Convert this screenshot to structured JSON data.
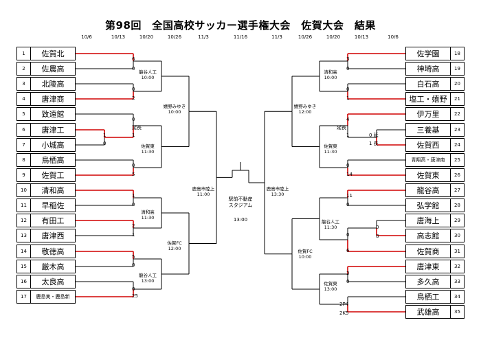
{
  "title": "第98回　全国高校サッカー選手権大会　佐賀大会　結果",
  "dates": [
    "10/6",
    "10/13",
    "10/20",
    "10/26",
    "11/3",
    "11/16",
    "11/3",
    "10/26",
    "10/20",
    "10/13",
    "10/6"
  ],
  "left_teams": [
    {
      "num": "1",
      "name": "佐賀北"
    },
    {
      "num": "2",
      "name": "佐農高"
    },
    {
      "num": "3",
      "name": "北陵高"
    },
    {
      "num": "4",
      "name": "唐津商"
    },
    {
      "num": "5",
      "name": "致遠館"
    },
    {
      "num": "6",
      "name": "唐津工"
    },
    {
      "num": "7",
      "name": "小城高"
    },
    {
      "num": "8",
      "name": "鳥栖高"
    },
    {
      "num": "9",
      "name": "佐賀工"
    },
    {
      "num": "10",
      "name": "清和高"
    },
    {
      "num": "11",
      "name": "早稲佐"
    },
    {
      "num": "12",
      "name": "有田工"
    },
    {
      "num": "13",
      "name": "唐津西"
    },
    {
      "num": "14",
      "name": "敬徳高"
    },
    {
      "num": "15",
      "name": "厳木高"
    },
    {
      "num": "16",
      "name": "太良高"
    },
    {
      "num": "17",
      "name": "鹿島実・鹿島新"
    }
  ],
  "right_teams": [
    {
      "num": "18",
      "name": "佐学園"
    },
    {
      "num": "19",
      "name": "神埼高"
    },
    {
      "num": "20",
      "name": "白石高"
    },
    {
      "num": "21",
      "name": "塩工・嬉野"
    },
    {
      "num": "22",
      "name": "伊万里"
    },
    {
      "num": "23",
      "name": "三養基"
    },
    {
      "num": "24",
      "name": "佐賀西"
    },
    {
      "num": "25",
      "name": "青翔高・唐津南"
    },
    {
      "num": "26",
      "name": "佐賀東"
    },
    {
      "num": "27",
      "name": "龍谷高"
    },
    {
      "num": "28",
      "name": "弘学館"
    },
    {
      "num": "29",
      "name": "唐海上"
    },
    {
      "num": "30",
      "name": "高志館"
    },
    {
      "num": "31",
      "name": "佐賀商"
    },
    {
      "num": "32",
      "name": "唐津東"
    },
    {
      "num": "33",
      "name": "多久高"
    },
    {
      "num": "34",
      "name": "鳥栖工"
    },
    {
      "num": "35",
      "name": "武雄高"
    }
  ],
  "scores_left": {
    "s1": "6",
    "s2": "0",
    "s3": "0",
    "s4": "2",
    "s6": "1",
    "s7": "0",
    "s5": "0",
    "s67": "1",
    "extra1": "延長",
    "s8": "0",
    "s9": "5",
    "s10": "1",
    "s11": "0",
    "s12": "2",
    "s13": "1",
    "s14": "5",
    "s15": "0",
    "s16": "0",
    "s17": "25"
  },
  "scores_right": {
    "s18": "3",
    "s19": "0",
    "s20": "0",
    "s21": "1",
    "s22": "4",
    "s2324": "1",
    "extra2": "延長",
    "s23": "0 延",
    "s24": "1 長",
    "s25": "0",
    "s26": "14",
    "s27": "11",
    "s28": "0",
    "s29": "0",
    "s30": "8",
    "s2930": "0",
    "s31": "6",
    "s32": "3",
    "s33": "0",
    "s34": "2P4",
    "s35": "2K5"
  },
  "matches": {
    "m_l1": "龍谷人工\n10:00",
    "m_l2": "佐賀東\n11:30",
    "m_l3": "清和高\n11:30",
    "m_l4": "龍谷人工\n13:00",
    "m_l5": "嬉野みゆき\n10:00",
    "m_l6": "佐賀FC\n12:00",
    "m_l7": "鹿島市陸上\n11:00",
    "m_r1": "清和高\n10:00",
    "m_r2": "佐賀東\n11:30",
    "m_r3": "龍谷人工\n11:30",
    "m_r4": "佐賀東\n13:00",
    "m_r5": "嬉野みゆき\n12:00",
    "m_r6": "佐賀FC\n10:00",
    "m_r7": "鹿島市陸上\n13:30"
  },
  "final": {
    "venue": "駅前不動産\nスタジアム",
    "time": "13:00"
  }
}
